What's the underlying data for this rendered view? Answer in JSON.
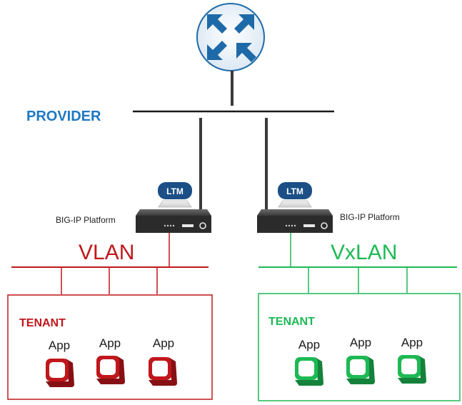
{
  "provider": {
    "label": "PROVIDER",
    "router_icon": "router-arrows-icon"
  },
  "devices": [
    {
      "badge": "LTM",
      "platform_label": "BIG-IP Platform"
    },
    {
      "badge": "LTM",
      "platform_label": "BIG-IP Platform"
    }
  ],
  "networks": {
    "left": {
      "label": "VLAN",
      "color": "#c0171c"
    },
    "right": {
      "label": "VxLAN",
      "color": "#1db954"
    }
  },
  "tenants": {
    "left": {
      "label": "TENANT",
      "apps": [
        "App",
        "App",
        "App"
      ],
      "icon": "app-cube-icon"
    },
    "right": {
      "label": "TENANT",
      "apps": [
        "App",
        "App",
        "App"
      ],
      "icon": "app-cube-icon"
    }
  },
  "colors": {
    "provider_text": "#1f78c4",
    "router_fill": "#1e6aa8",
    "ltm_badge": "#1b4f86",
    "device_body": "#2b2b2b",
    "line": "#1a1a1a"
  }
}
